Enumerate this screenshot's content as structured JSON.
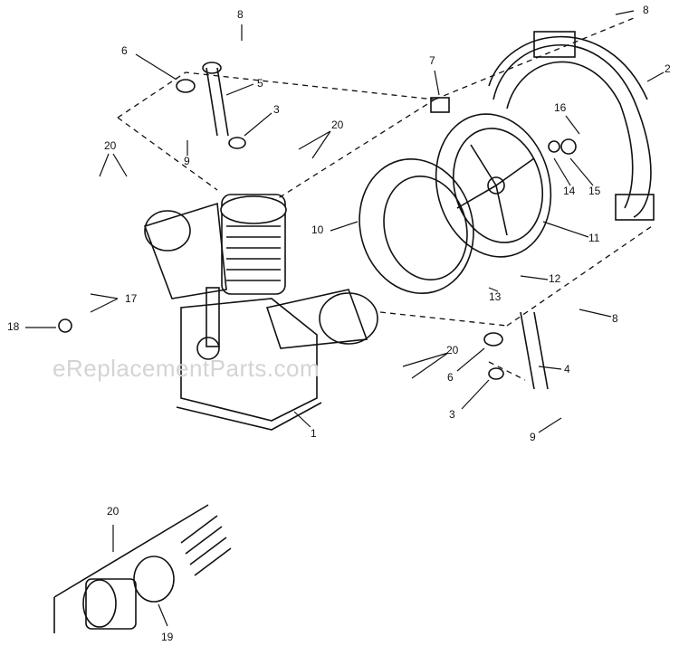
{
  "watermark": "eReplacementParts.com",
  "callouts": [
    {
      "id": "8",
      "part": "bolt-upper-left"
    },
    {
      "id": "6",
      "part": "gasket-upper-left"
    },
    {
      "id": "5",
      "part": "tube-upper"
    },
    {
      "id": "3",
      "part": "gasket-lower-left"
    },
    {
      "id": "20",
      "part": "fitting-upper-mid"
    },
    {
      "id": "9",
      "part": "bolt-lower-left"
    },
    {
      "id": "20",
      "part": "fitting-left"
    },
    {
      "id": "7",
      "part": "clip"
    },
    {
      "id": "8",
      "part": "bolt-top-right"
    },
    {
      "id": "2",
      "part": "belt-guard"
    },
    {
      "id": "16",
      "part": "bolt-flywheel"
    },
    {
      "id": "15",
      "part": "lockwasher"
    },
    {
      "id": "14",
      "part": "washer"
    },
    {
      "id": "10",
      "part": "fan-shroud"
    },
    {
      "id": "11",
      "part": "flywheel"
    },
    {
      "id": "12",
      "part": "nut"
    },
    {
      "id": "13",
      "part": "screw"
    },
    {
      "id": "17",
      "part": "valve"
    },
    {
      "id": "18",
      "part": "plug"
    },
    {
      "id": "8",
      "part": "bolt-lower-right"
    },
    {
      "id": "20",
      "part": "fitting-lower-mid"
    },
    {
      "id": "6",
      "part": "gasket-lower-right"
    },
    {
      "id": "4",
      "part": "tube-lower"
    },
    {
      "id": "3",
      "part": "gasket-lower-right-2"
    },
    {
      "id": "9",
      "part": "bolt-lower-right-2"
    },
    {
      "id": "1",
      "part": "pump-assembly"
    },
    {
      "id": "20",
      "part": "filter-assembly"
    },
    {
      "id": "19",
      "part": "filter-element"
    }
  ]
}
